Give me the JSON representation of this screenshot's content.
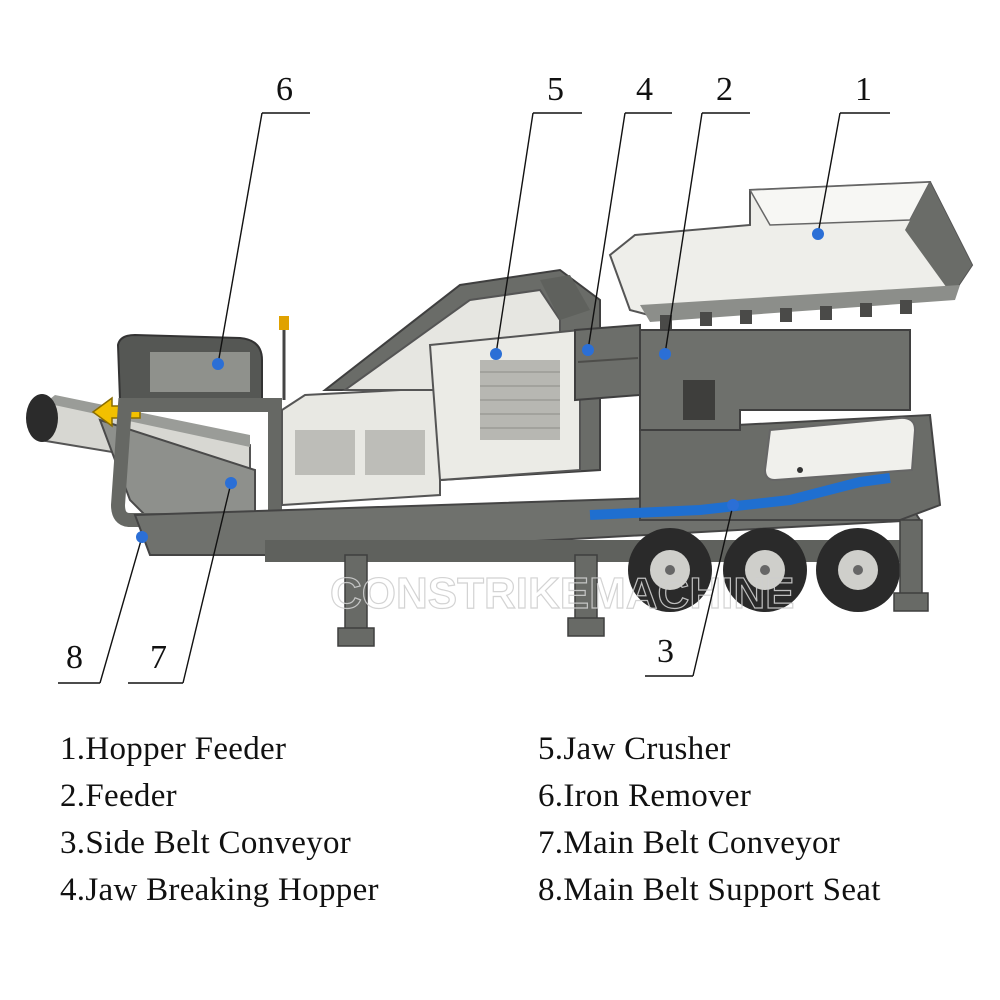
{
  "callouts": [
    {
      "number": "1"
    },
    {
      "number": "2"
    },
    {
      "number": "3"
    },
    {
      "number": "4"
    },
    {
      "number": "5"
    },
    {
      "number": "6"
    },
    {
      "number": "7"
    },
    {
      "number": "8"
    }
  ],
  "legend": {
    "left": [
      "1.Hopper Feeder",
      "2.Feeder",
      "3.Side Belt Conveyor",
      "4.Jaw Breaking Hopper"
    ],
    "right": [
      "5.Jaw Crusher",
      "6.Iron Remover",
      "7.Main Belt Conveyor",
      "8.Main Belt Support Seat"
    ]
  },
  "watermark": {
    "text": "CONSTRIKEMACHINE"
  },
  "colors": {
    "marker": "#2b6fd6",
    "frame": "#6f716d",
    "panel": "#e6e6e1",
    "conveyor_side": "#1f6fd0"
  },
  "icons": {
    "arrow": "yellow-feed-arrow-icon",
    "beacon": "warning-beacon-icon"
  }
}
